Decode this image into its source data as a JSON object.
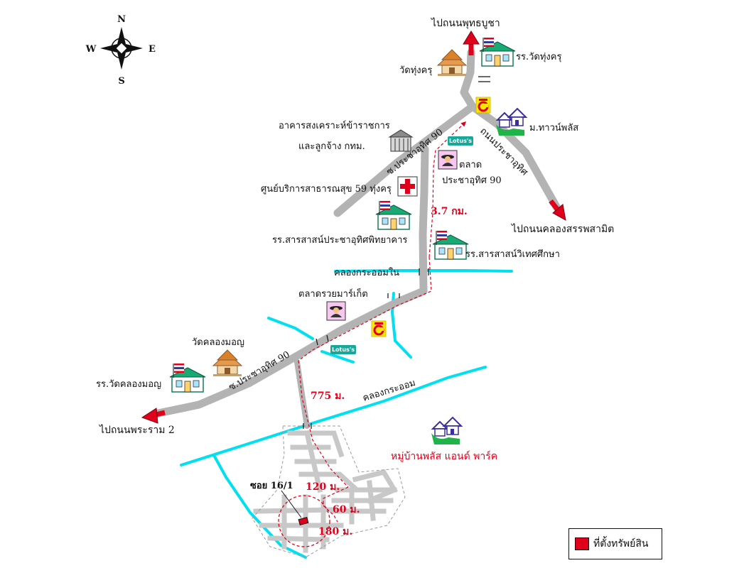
{
  "compass": {
    "n": "N",
    "s": "S",
    "e": "E",
    "w": "W"
  },
  "labels": {
    "to_phutthabucha": "ไปถนนพุทธบูชา",
    "wat_thung_khru": "วัดทุ่งครุ",
    "school_wat_thung_khru": "รร.วัดทุ่งครุ",
    "town_plus": "ม.ทาวน์พลัส",
    "office_line1": "อาคารสงเคราะห์ข้าราชการ",
    "office_line2": "และลูกจ้าง กทม.",
    "soi_pracha_uthit_90_top": "ซ.ประชาอุทิศ 90",
    "road_pracha_uthit": "ถนนประชาอุทิศ",
    "market_line1": "ตลาด",
    "market_line2": "ประชาอุทิศ 90",
    "health_center": "ศูนย์บริการสาธารณสุข 59 ทุ่งครุ",
    "distance_main": "3.7 กม.",
    "school_sarasas_pracha": "รร.สารสาสน์ประชาอุทิศพิทยาคาร",
    "to_khlong_sanphasamit": "ไปถนนคลองสรรพสามิต",
    "school_sarasas_wittaya": "รร.สารสาสน์วิเทศศึกษา",
    "khlong_krathom_nai": "คลองกระออมใน",
    "taladruay_market": "ตลาดรวยมาร์เก็ต",
    "wat_khlong_mon": "วัดคลองมอญ",
    "soi_pracha_uthit_90_bottom": "ซ.ประชาอุทิศ 90",
    "school_wat_khlong_mon": "รร.วัดคลองมอญ",
    "distance_775": "775 ม.",
    "khlong_krathom": "คลองกระออม",
    "to_rama2": "ไปถนนพระราม 2",
    "village_plus_park": "หมู่บ้านพลัส แอนด์ พาร์ค",
    "soi_16_1": "ซอย 16/1",
    "distance_120": "120 ม.",
    "distance_60": "60 ม.",
    "distance_180": "180 ม.",
    "lotus_1": "Lotus's",
    "lotus_2": "Lotus's"
  },
  "legend": {
    "property_location": "ที่ตั้งทรัพย์สิน"
  },
  "colors": {
    "road": "#b3b3b3",
    "canal": "#00e0f0",
    "route": "#e0001b",
    "arrow": "#e0001b",
    "lotus": "#17a89a"
  },
  "icons": [
    "compass-icon",
    "temple-icon",
    "school-flag-icon",
    "house-village-icon",
    "hospital-cross-icon",
    "market-icon",
    "government-building-icon",
    "lotus-store-icon",
    "bigc-store-icon",
    "direction-arrow-icon",
    "property-marker-icon"
  ]
}
